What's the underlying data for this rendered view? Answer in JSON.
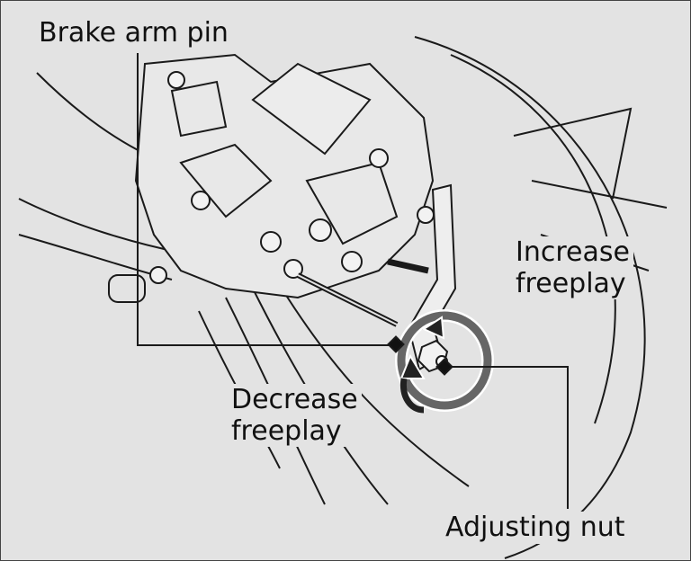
{
  "labels": {
    "brake_arm_pin": "Brake arm pin",
    "increase_line1": "Increase",
    "increase_line2": "freeplay",
    "decrease_line1": "Decrease",
    "decrease_line2": "freeplay",
    "adjusting_nut": "Adjusting nut"
  },
  "colors": {
    "background": "#e3e3e3",
    "line": "#1a1a1a",
    "arrow_ring": "#666666"
  }
}
